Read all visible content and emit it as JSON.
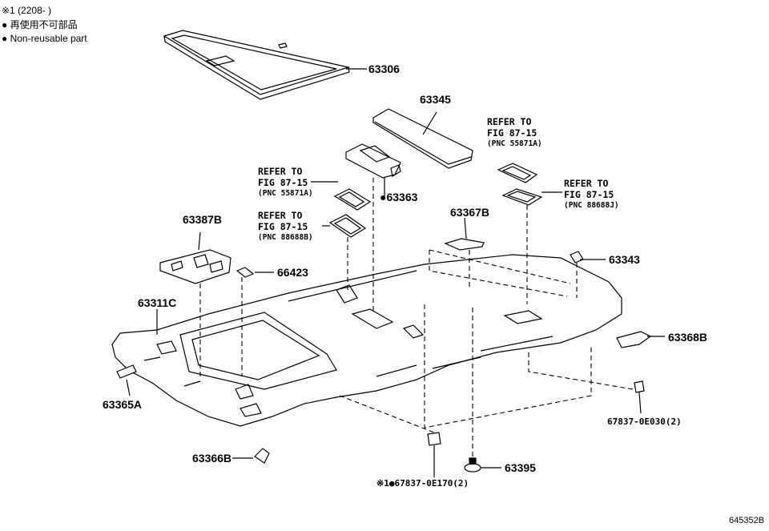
{
  "legend": {
    "note": "※1 (2208-     )",
    "jp": "● 再使用不可部品",
    "en": "● Non-reusable part"
  },
  "parts": {
    "p63306": "63306",
    "p63345": "63345",
    "p63363": "●63363",
    "p63367B": "63367B",
    "p63343": "63343",
    "p63387B": "63387B",
    "p66423": "66423",
    "p63311C": "63311C",
    "p63368B": "63368B",
    "p63365A": "63365A",
    "p67837_0E030": "67837-0E030(2)",
    "p63366B": "63366B",
    "p67837_0E170": "※1●67837-0E170(2)",
    "p63395": "63395"
  },
  "refs": {
    "r1": {
      "line1": "REFER TO",
      "line2": "FIG 87-15",
      "line3": "(PNC 55871A)"
    },
    "r2": {
      "line1": "REFER TO",
      "line2": "FIG 87-15",
      "line3": "(PNC 88688B)"
    },
    "r3": {
      "line1": "REFER TO",
      "line2": "FIG 87-15",
      "line3": "(PNC 55871A)"
    },
    "r4": {
      "line1": "REFER TO",
      "line2": "FIG 87-15",
      "line3": "(PNC 88688J)"
    }
  },
  "figure_id": "645352B"
}
